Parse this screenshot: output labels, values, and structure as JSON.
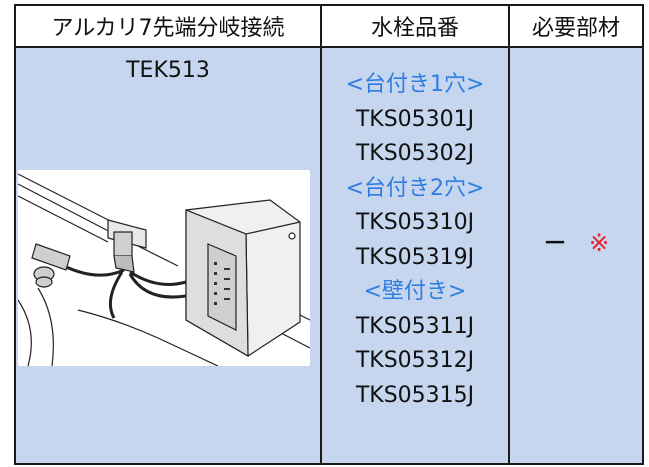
{
  "table": {
    "headers": [
      "アルカリ7先端分岐接続",
      "水栓品番",
      "必要部材"
    ],
    "product_code": "TEK513",
    "product_image_alt": "",
    "faucet_list": [
      {
        "type": "group",
        "text": "<台付き1穴>"
      },
      {
        "type": "item",
        "text": "TKS05301J"
      },
      {
        "type": "item",
        "text": "TKS05302J"
      },
      {
        "type": "group",
        "text": "<台付き2穴>"
      },
      {
        "type": "item",
        "text": "TKS05310J"
      },
      {
        "type": "item",
        "text": "TKS05319J"
      },
      {
        "type": "group",
        "text": "<壁付き>"
      },
      {
        "type": "item",
        "text": "TKS05311J"
      },
      {
        "type": "item",
        "text": "TKS05312J"
      },
      {
        "type": "item",
        "text": "TKS05315J"
      }
    ],
    "parts": {
      "dash": "－",
      "mark": "※"
    }
  },
  "colors": {
    "cell_fill": "#c5d6ee",
    "group_text": "#2f7de1",
    "mark": "#e8222e",
    "border": "#1a1a1a"
  },
  "icons": [
    "water-purifier-illustration"
  ]
}
